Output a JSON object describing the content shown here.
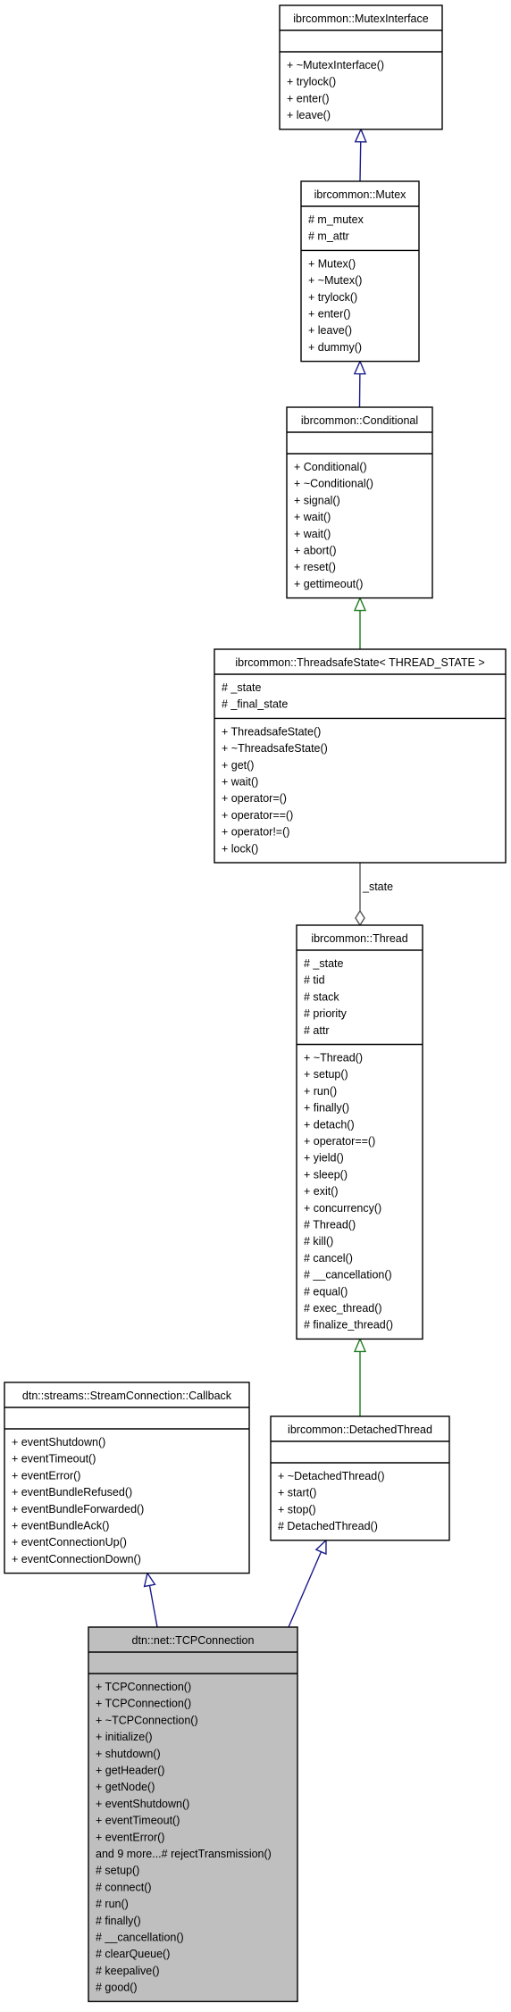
{
  "colors": {
    "inheritance_public": "#1a1a8c",
    "inheritance_protected": "#1d7a1d",
    "aggregation": "#555555",
    "highlight_fill": "#bfbfbf",
    "box_fill": "#ffffff",
    "border": "#000000"
  },
  "classes": {
    "mutex_interface": {
      "name": "ibrcommon::MutexInterface",
      "attributes": [],
      "methods": [
        "+ ~MutexInterface()",
        "+ trylock()",
        "+ enter()",
        "+ leave()"
      ]
    },
    "mutex": {
      "name": "ibrcommon::Mutex",
      "attributes": [
        "# m_mutex",
        "# m_attr"
      ],
      "methods": [
        "+ Mutex()",
        "+ ~Mutex()",
        "+ trylock()",
        "+ enter()",
        "+ leave()",
        "+ dummy()"
      ]
    },
    "conditional": {
      "name": "ibrcommon::Conditional",
      "attributes": [],
      "methods": [
        "+ Conditional()",
        "+ ~Conditional()",
        "+ signal()",
        "+ wait()",
        "+ wait()",
        "+ abort()",
        "+ reset()",
        "+ gettimeout()"
      ]
    },
    "threadsafe_state": {
      "name": "ibrcommon::ThreadsafeState< THREAD_STATE >",
      "attributes": [
        "# _state",
        "# _final_state"
      ],
      "methods": [
        "+ ThreadsafeState()",
        "+ ~ThreadsafeState()",
        "+ get()",
        "+ wait()",
        "+ operator=()",
        "+ operator==()",
        "+ operator!=()",
        "+ lock()"
      ]
    },
    "thread": {
      "name": "ibrcommon::Thread",
      "attributes": [
        "# _state",
        "# tid",
        "# stack",
        "# priority",
        "# attr"
      ],
      "methods": [
        "+ ~Thread()",
        "+ setup()",
        "+ run()",
        "+ finally()",
        "+ detach()",
        "+ operator==()",
        "+ yield()",
        "+ sleep()",
        "+ exit()",
        "+ concurrency()",
        "# Thread()",
        "# kill()",
        "# cancel()",
        "# __cancellation()",
        "# equal()",
        "# exec_thread()",
        "# finalize_thread()"
      ]
    },
    "callback": {
      "name": "dtn::streams::StreamConnection::Callback",
      "attributes": [],
      "methods": [
        "+ eventShutdown()",
        "+ eventTimeout()",
        "+ eventError()",
        "+ eventBundleRefused()",
        "+ eventBundleForwarded()",
        "+ eventBundleAck()",
        "+ eventConnectionUp()",
        "+ eventConnectionDown()"
      ]
    },
    "detached_thread": {
      "name": "ibrcommon::DetachedThread",
      "attributes": [],
      "methods": [
        "+ ~DetachedThread()",
        "+ start()",
        "+ stop()",
        "# DetachedThread()"
      ]
    },
    "tcp_connection": {
      "name": "dtn::net::TCPConnection",
      "attributes": [],
      "methods": [
        "+ TCPConnection()",
        "+ TCPConnection()",
        "+ ~TCPConnection()",
        "+ initialize()",
        "+ shutdown()",
        "+ getHeader()",
        "+ getNode()",
        "+ eventShutdown()",
        "+ eventTimeout()",
        "+ eventError()",
        "and 9 more...# rejectTransmission()",
        "# setup()",
        "# connect()",
        "# run()",
        "# finally()",
        "# __cancellation()",
        "# clearQueue()",
        "# keepalive()",
        "# good()"
      ]
    }
  },
  "edges": {
    "state_label": "_state"
  }
}
